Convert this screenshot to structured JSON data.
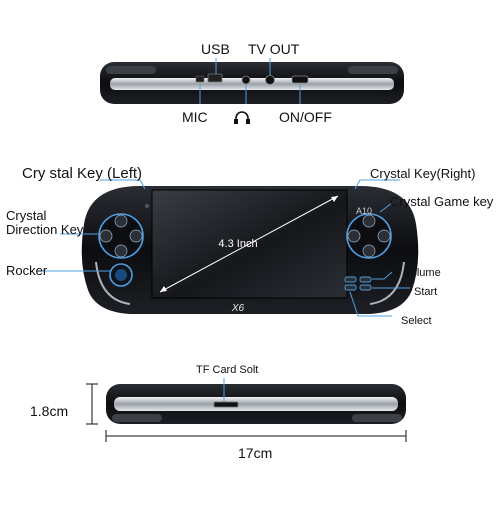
{
  "top_view": {
    "usb": "USB",
    "tv_out": "TV OUT",
    "mic": "MIC",
    "on_off": "ON/OFF",
    "headphone_icon": "headphone-icon"
  },
  "front_view": {
    "crystal_key_left": "Cry stal Key (Left)",
    "crystal_key_right": "Crystal Key(Right)",
    "crystal_direction_key": [
      "Crystal",
      "Direction Key"
    ],
    "crystal_game_key": "Crystal Game key",
    "rocker": "Rocker",
    "volume": "Volume",
    "start": "Start",
    "select": "Select",
    "screen_size": "4.3 Inch",
    "model_badge": "A10",
    "brand": "X6"
  },
  "bottom_view": {
    "tf_card": "TF Card Solt",
    "height": "1.8cm",
    "width": "17cm"
  },
  "colors": {
    "callout_blue": "#4f9fe0",
    "device_black": "#111111",
    "chrome": "#c9ccd1"
  }
}
